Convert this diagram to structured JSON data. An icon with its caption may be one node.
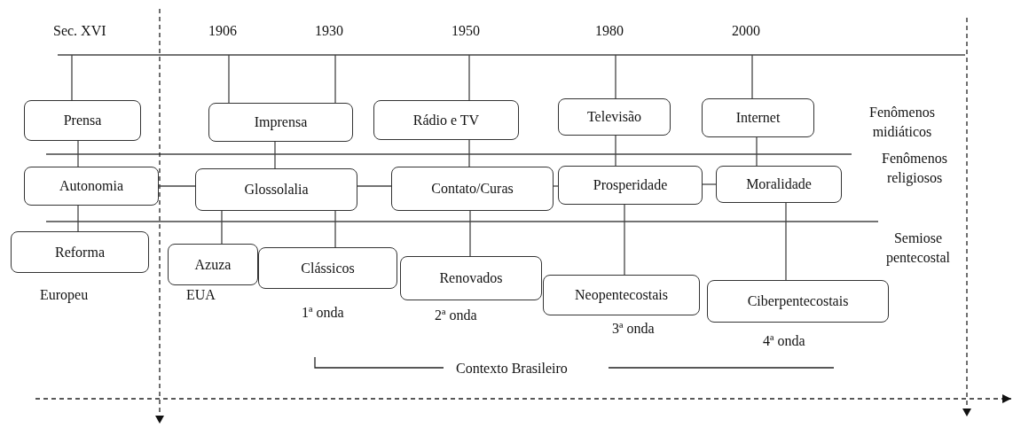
{
  "diagram": {
    "nodes": [
      {
        "text": [
          "Prensa"
        ]
      },
      {
        "text": [
          "Imprensa"
        ]
      },
      {
        "text": [
          "Rádio e TV"
        ]
      },
      {
        "text": [
          "Televisão"
        ]
      },
      {
        "text": [
          "Internet"
        ]
      },
      {
        "text": [
          "Autonomia"
        ]
      },
      {
        "text": [
          "Glossolalia"
        ]
      },
      {
        "text": [
          "Contato/Curas"
        ]
      },
      {
        "text": [
          "Prosperidade"
        ]
      },
      {
        "text": [
          "Moralidade"
        ]
      },
      {
        "text": [
          "Reforma"
        ],
        "beside": [
          "Europeu"
        ]
      },
      {
        "text": [
          "Azuza"
        ],
        "beside": [
          "EUA"
        ]
      },
      {
        "text": [
          "Clássicos"
        ],
        "beside": [
          "1ª onda"
        ]
      },
      {
        "text": [
          "Renovados"
        ],
        "beside": [
          "2ª onda"
        ]
      },
      {
        "text": [
          "Neopentecostais"
        ],
        "beside": [
          "3ª onda"
        ]
      },
      {
        "text": [
          "Ciberpentecostais"
        ],
        "beside": [
          "4ª onda"
        ]
      }
    ],
    "edges": [
      {
        "from": null,
        "to": 0,
        "arrow": "none"
      },
      {
        "from": null,
        "to": 1,
        "arrow": "none"
      },
      {
        "from": null,
        "to": 1,
        "arrow": "none"
      },
      {
        "from": null,
        "to": 2,
        "arrow": "none"
      },
      {
        "from": null,
        "to": 3,
        "arrow": "none"
      },
      {
        "from": null,
        "to": 4,
        "arrow": "none"
      },
      {
        "from": 0,
        "to": 5,
        "arrow": "none"
      },
      {
        "from": 1,
        "to": 6,
        "arrow": "none"
      },
      {
        "from": 2,
        "to": 7,
        "arrow": "none"
      },
      {
        "from": 3,
        "to": 8,
        "arrow": "none"
      },
      {
        "from": 4,
        "to": 9,
        "arrow": "none"
      },
      {
        "from": 5,
        "to": 6,
        "arrow": "none"
      },
      {
        "from": 6,
        "to": 7,
        "arrow": "none"
      },
      {
        "from": 7,
        "to": 8,
        "arrow": "none"
      },
      {
        "from": 8,
        "to": 9,
        "arrow": "none"
      },
      {
        "from": 5,
        "to": 10,
        "arrow": "none"
      },
      {
        "from": 6,
        "to": 11,
        "arrow": "none"
      },
      {
        "from": 6,
        "to": 12,
        "arrow": "none"
      },
      {
        "from": 7,
        "to": 13,
        "arrow": "none"
      },
      {
        "from": 8,
        "to": 14,
        "arrow": "none"
      },
      {
        "from": 9,
        "to": 15,
        "arrow": "none"
      }
    ],
    "labels": [
      "Sec. XVI",
      "1906",
      "1930",
      "1950",
      "1980",
      "2000",
      "Fenômenos midiáticos",
      "Fenômenos religiosos",
      "Semiose pentecostal",
      "Contexto Brasileiro"
    ]
  }
}
